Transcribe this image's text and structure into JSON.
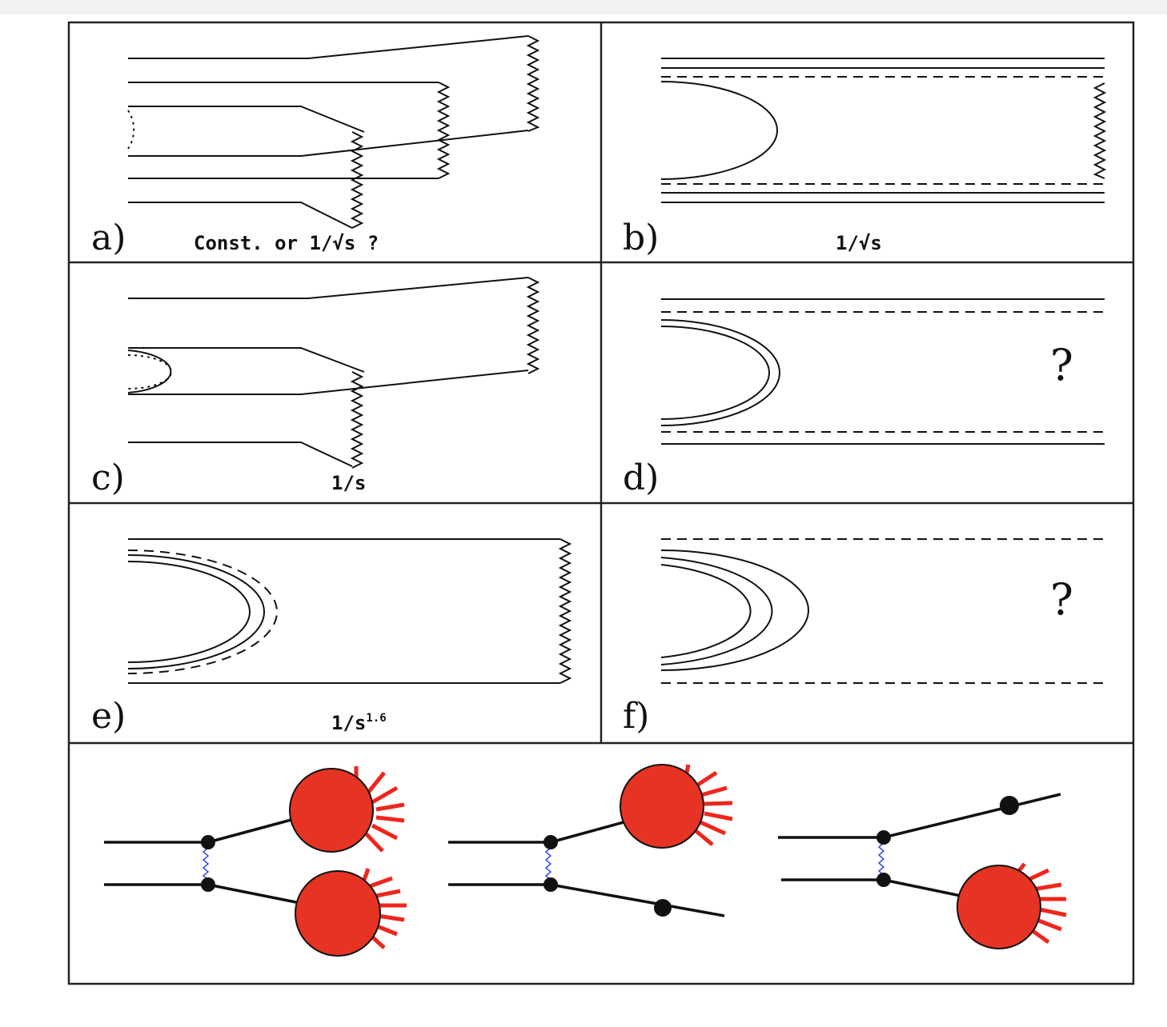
{
  "panels": {
    "a": {
      "label": "a)",
      "caption": "Const.  or  1/√s   ?"
    },
    "b": {
      "label": "b)",
      "caption": "1/√s"
    },
    "c": {
      "label": "c)",
      "caption": "1/s"
    },
    "d": {
      "label": "d)",
      "question": "?"
    },
    "e": {
      "label": "e)",
      "caption": "1/s",
      "caption_exponent": "1.6"
    },
    "f": {
      "label": "f)",
      "question": "?"
    }
  },
  "colors": {
    "line": "#111111",
    "blob_fill": "#e63324",
    "blob_rays": "#f0251c",
    "exchange": "#3050e0",
    "frame": "#222222"
  },
  "icons": [
    "red-blob-icon",
    "vertex-dot-icon",
    "wavy-exchange-icon"
  ]
}
